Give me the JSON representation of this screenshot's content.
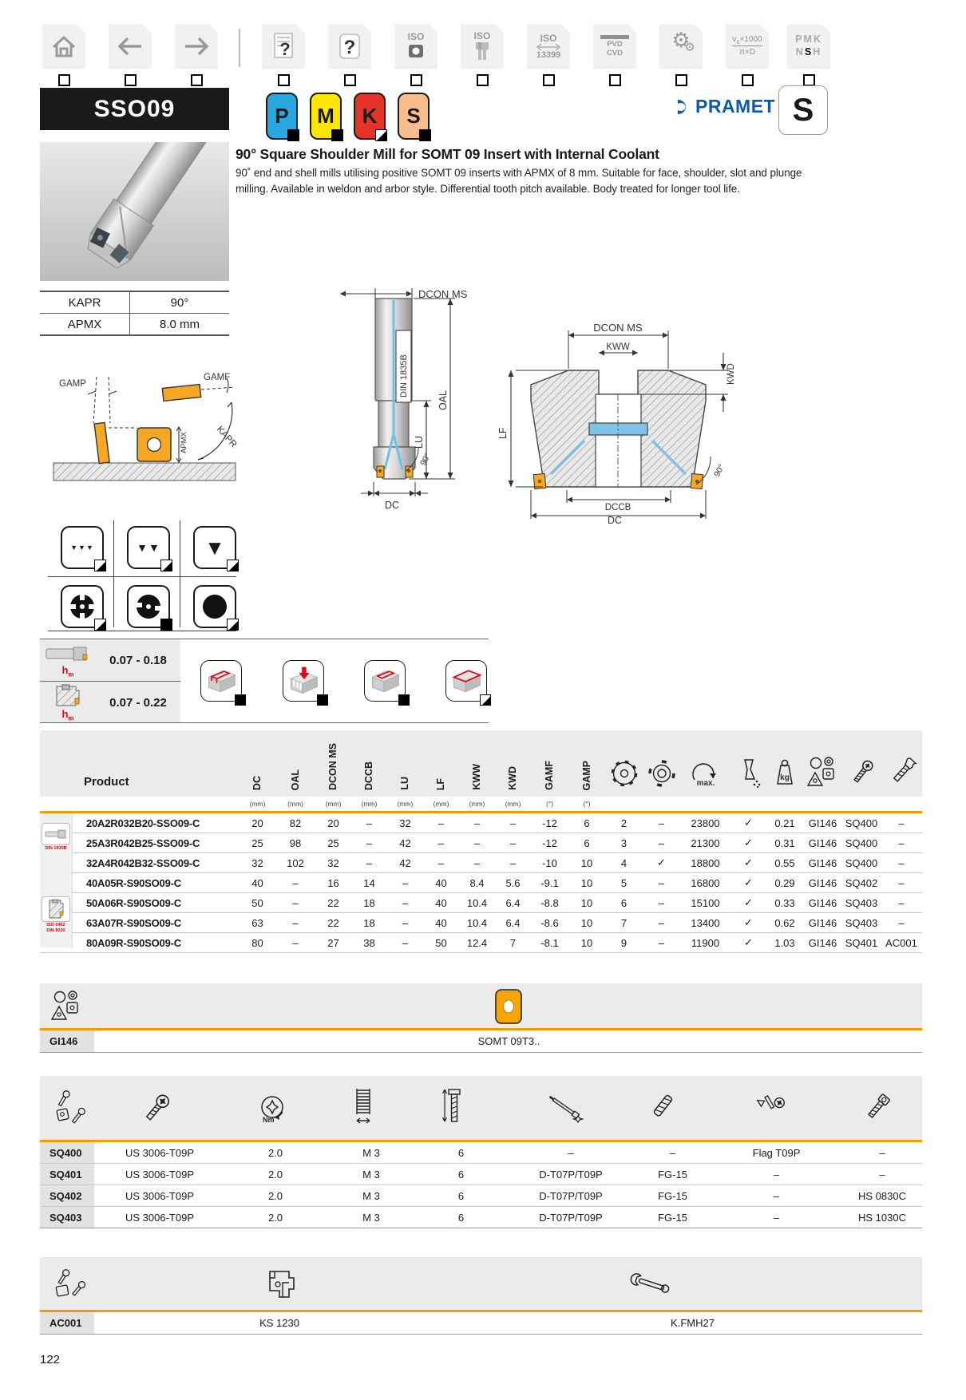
{
  "colors": {
    "accent": "#F59B00",
    "grade_p": "#29A8E0",
    "grade_m": "#FFE500",
    "grade_k": "#E5332A",
    "grade_s": "#F6BE8C",
    "brand_blue": "#0E5AA7",
    "insert_orange": "#F7A500",
    "coolant_blue": "#7EC4E8",
    "red_label": "#E30613"
  },
  "toolbar": {
    "iso_label": "ISO",
    "iso13399_label": "ISO",
    "iso13399_num": "13399",
    "pvd": "PVD",
    "cvd": "CVD",
    "formula_v": "v",
    "formula_c": "c",
    "formula_x": "×1000",
    "formula_bottom": "π×D",
    "letters": [
      "P",
      "M",
      "K",
      "N",
      "S",
      "H"
    ],
    "question": "?"
  },
  "header": {
    "series": "SSO09",
    "grade_p": "P",
    "grade_m": "M",
    "grade_k": "K",
    "grade_s": "S",
    "brand": "PRAMET",
    "material_class": "S"
  },
  "product": {
    "title": "90° Square Shoulder Mill for SOMT 09 Insert with Internal Coolant",
    "description": "90˚ end and shell mills utilising positive SOMT 09 inserts with APMX of 8 mm. Suitable for face, shoulder, slot and plunge milling. Available in weldon and arbor style. Differential tooth pitch available. Body treated for longer tool life."
  },
  "specs": {
    "kapr_label": "KAPR",
    "kapr_value": "90°",
    "apmx_label": "APMX",
    "apmx_value": "8.0 mm"
  },
  "diagrams": {
    "gamp": "GAMP",
    "gamf": "GAMF",
    "kapr": "KAPR",
    "apmx": "APMX",
    "dcon": "DCON MS",
    "din": "DIN 1835B",
    "oal": "OAL",
    "lu": "LU",
    "dc": "DC",
    "deg90": "90°",
    "kww": "KWW",
    "kwd": "KWD",
    "lf": "LF",
    "dccb": "DCCB"
  },
  "hm": {
    "symbol_h": "h",
    "symbol_sub": "m",
    "row1": "0.07 - 0.18",
    "row2": "0.07 - 0.22"
  },
  "main_table": {
    "product_header": "Product",
    "columns": [
      "DC",
      "OAL",
      "DCON MS",
      "DCCB",
      "LU",
      "LF",
      "KWW",
      "KWD",
      "GAMF",
      "GAMP"
    ],
    "units": [
      "(mm)",
      "(mm)",
      "(mm)",
      "(mm)",
      "(mm)",
      "(mm)",
      "(mm)",
      "(mm)",
      "(°)",
      "(°)"
    ],
    "rpm_max_label": "max.",
    "kg_label": "kg",
    "group1_standard": "DIN 1835B",
    "group2_standard_1": "ISO 6462",
    "group2_standard_2": "DIN 8030",
    "rows": [
      {
        "product": "20A2R032B20-SSO09-C",
        "values": [
          "20",
          "82",
          "20",
          "–",
          "32",
          "–",
          "–",
          "–",
          "-12",
          "6",
          "2",
          "–",
          "23800",
          "✓",
          "0.21",
          "GI146",
          "SQ400",
          "–"
        ]
      },
      {
        "product": "25A3R042B25-SSO09-C",
        "values": [
          "25",
          "98",
          "25",
          "–",
          "42",
          "–",
          "–",
          "–",
          "-12",
          "6",
          "3",
          "–",
          "21300",
          "✓",
          "0.31",
          "GI146",
          "SQ400",
          "–"
        ]
      },
      {
        "product": "32A4R042B32-SSO09-C",
        "values": [
          "32",
          "102",
          "32",
          "–",
          "42",
          "–",
          "–",
          "–",
          "-10",
          "10",
          "4",
          "✓",
          "18800",
          "✓",
          "0.55",
          "GI146",
          "SQ400",
          "–"
        ]
      },
      {
        "product": "40A05R-S90SO09-C",
        "values": [
          "40",
          "–",
          "16",
          "14",
          "–",
          "40",
          "8.4",
          "5.6",
          "-9.1",
          "10",
          "5",
          "–",
          "16800",
          "✓",
          "0.29",
          "GI146",
          "SQ402",
          "–"
        ]
      },
      {
        "product": "50A06R-S90SO09-C",
        "values": [
          "50",
          "–",
          "22",
          "18",
          "–",
          "40",
          "10.4",
          "6.4",
          "-8.8",
          "10",
          "6",
          "–",
          "15100",
          "✓",
          "0.33",
          "GI146",
          "SQ403",
          "–"
        ]
      },
      {
        "product": "63A07R-S90SO09-C",
        "values": [
          "63",
          "–",
          "22",
          "18",
          "–",
          "40",
          "10.4",
          "6.4",
          "-8.6",
          "10",
          "7",
          "–",
          "13400",
          "✓",
          "0.62",
          "GI146",
          "SQ403",
          "–"
        ]
      },
      {
        "product": "80A09R-S90SO09-C",
        "values": [
          "80",
          "–",
          "27",
          "38",
          "–",
          "50",
          "12.4",
          "7",
          "-8.1",
          "10",
          "9",
          "–",
          "11900",
          "✓",
          "1.03",
          "GI146",
          "SQ401",
          "AC001"
        ]
      }
    ]
  },
  "insert_table": {
    "code": "GI146",
    "value": "SOMT 09T3.."
  },
  "spares_table": {
    "nm_label": "Nm",
    "rows": [
      {
        "code": "SQ400",
        "values": [
          "US 3006-T09P",
          "2.0",
          "M 3",
          "6",
          "–",
          "–",
          "Flag T09P",
          "–"
        ]
      },
      {
        "code": "SQ401",
        "values": [
          "US 3006-T09P",
          "2.0",
          "M 3",
          "6",
          "D-T07P/T09P",
          "FG-15",
          "–",
          "–"
        ]
      },
      {
        "code": "SQ402",
        "values": [
          "US 3006-T09P",
          "2.0",
          "M 3",
          "6",
          "D-T07P/T09P",
          "FG-15",
          "–",
          "HS 0830C"
        ]
      },
      {
        "code": "SQ403",
        "values": [
          "US 3006-T09P",
          "2.0",
          "M 3",
          "6",
          "D-T07P/T09P",
          "FG-15",
          "–",
          "HS 1030C"
        ]
      }
    ]
  },
  "accessories_table": {
    "code": "AC001",
    "v1": "KS 1230",
    "v2": "K.FMH27"
  },
  "page": {
    "number": "122"
  }
}
